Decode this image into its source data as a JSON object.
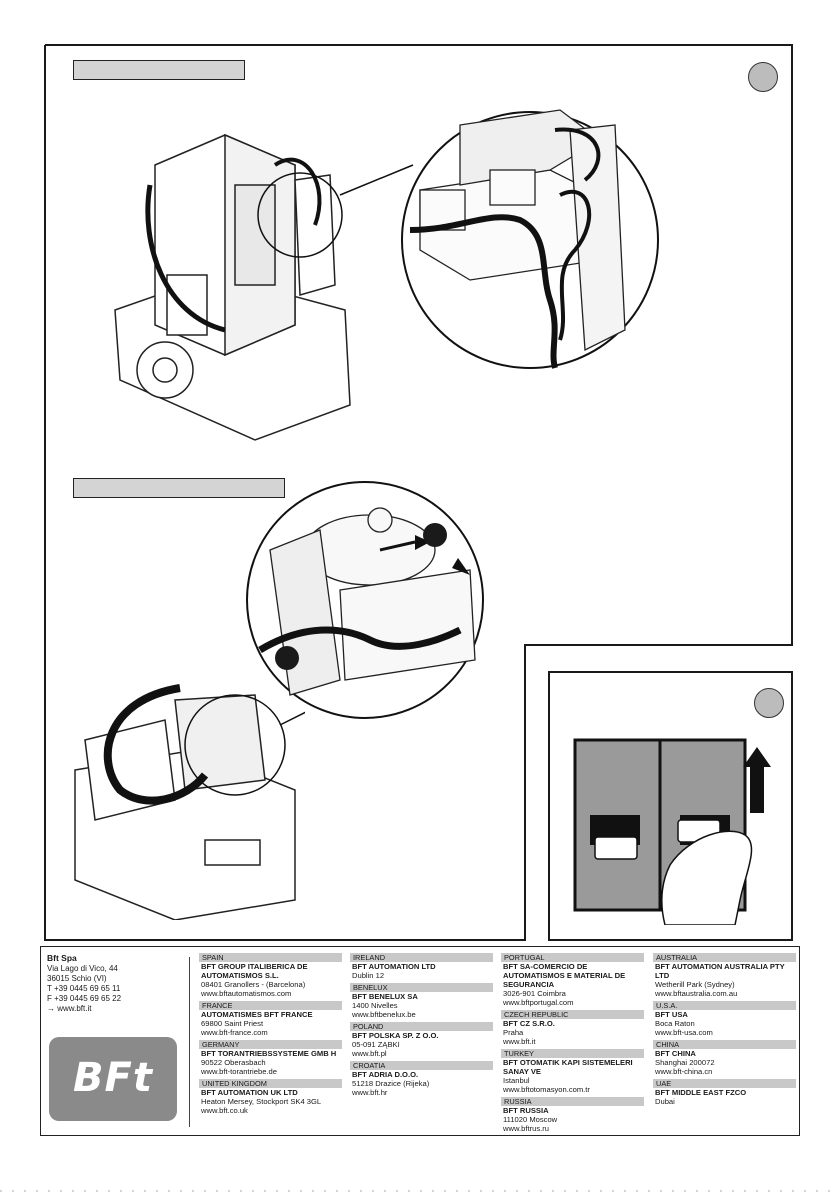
{
  "footer": {
    "hq": {
      "name": "Bft Spa",
      "lines": [
        "Via Lago di Vico, 44",
        "36015 Schio (VI)",
        "T +39 0445 69 65 11",
        "F +39 0445 69 65 22",
        "→ www.bft.it"
      ]
    },
    "logo_text": "BFt",
    "columns": [
      [
        {
          "country": "SPAIN",
          "name": "BFT GROUP ITALIBERICA DE AUTOMATISMOS S.L.",
          "address": "08401 Granollers - (Barcelona)",
          "web": "www.bftautomatismos.com"
        },
        {
          "country": "FRANCE",
          "name": "AUTOMATISMES BFT FRANCE",
          "address": "69800 Saint Priest",
          "web": "www.bft-france.com"
        },
        {
          "country": "GERMANY",
          "name": "BFT TORANTRIEBSSYSTEME Gmb H",
          "address": "90522 Oberasbach",
          "web": "www.bft-torantriebe.de"
        },
        {
          "country": "UNITED KINGDOM",
          "name": "BFT AUTOMATION UK LTD",
          "address": "Heaton Mersey, Stockport SK4 3GL",
          "web": "www.bft.co.uk"
        }
      ],
      [
        {
          "country": "IRELAND",
          "name": "BFT AUTOMATION LTD",
          "address": "Dublin 12",
          "web": ""
        },
        {
          "country": "BENELUX",
          "name": "BFT BENELUX SA",
          "address": "1400 Nivelles",
          "web": "www.bftbenelux.be"
        },
        {
          "country": "POLAND",
          "name": "BFT POLSKA SP. Z O.O.",
          "address": "05-091 ZĄBKI",
          "web": "www.bft.pl"
        },
        {
          "country": "CROATIA",
          "name": "BFT ADRIA D.O.O.",
          "address": "51218 Drazice (Rijeka)",
          "web": "www.bft.hr"
        }
      ],
      [
        {
          "country": "PORTUGAL",
          "name": "BFT SA-COMERCIO DE AUTOMATISMOS E MATERIAL DE SEGURANCIA",
          "address": "3026-901 Coimbra",
          "web": "www.bftportugal.com"
        },
        {
          "country": "CZECH REPUBLIC",
          "name": "BFT CZ S.R.O.",
          "address": "Praha",
          "web": "www.bft.it"
        },
        {
          "country": "TURKEY",
          "name": "BFT OTOMATIK KAPI SISTEMELERI SANAY VE",
          "address": "Istanbul",
          "web": "www.bftotomasyon.com.tr"
        },
        {
          "country": "RUSSIA",
          "name": "BFT RUSSIA",
          "address": "111020 Moscow",
          "web": "www.bftrus.ru"
        }
      ],
      [
        {
          "country": "AUSTRALIA",
          "name": "BFT AUTOMATION AUSTRALIA PTY LTD",
          "address": "Wetherill Park (Sydney)",
          "web": "www.bftaustralia.com.au"
        },
        {
          "country": "U.S.A.",
          "name": "BFT USA",
          "address": "Boca Raton",
          "web": "www.bft-usa.com"
        },
        {
          "country": "CHINA",
          "name": "BFT CHINA",
          "address": "Shanghai 200072",
          "web": "www.bft-china.cn"
        },
        {
          "country": "UAE",
          "name": "BFT Middle East FZCO",
          "address": "Dubai",
          "web": ""
        }
      ]
    ]
  }
}
